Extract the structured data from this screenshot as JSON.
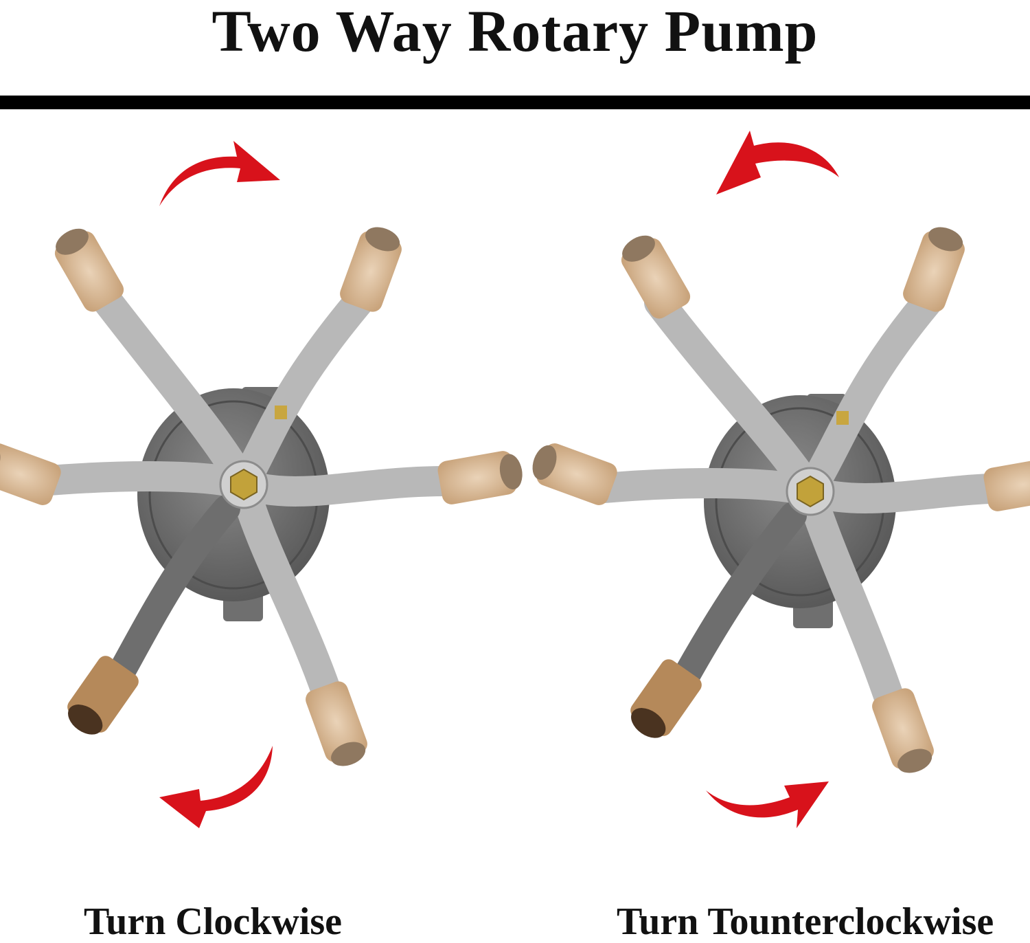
{
  "title": "Two Way Rotary Pump",
  "colors": {
    "arrow": "#d8121b",
    "arm": "#b5b5b5",
    "arm_dark": "#7b7b7b",
    "housing": "#6b6b6b",
    "nozzle": "#d9b896",
    "hub": "#c2a23a",
    "divider": "#000000"
  },
  "panels": [
    {
      "caption": "Turn Clockwise",
      "direction": "clockwise",
      "icon": "rotary-pump"
    },
    {
      "caption": "Turn Tounterclockwise",
      "direction": "counterclockwise",
      "icon": "rotary-pump"
    }
  ]
}
